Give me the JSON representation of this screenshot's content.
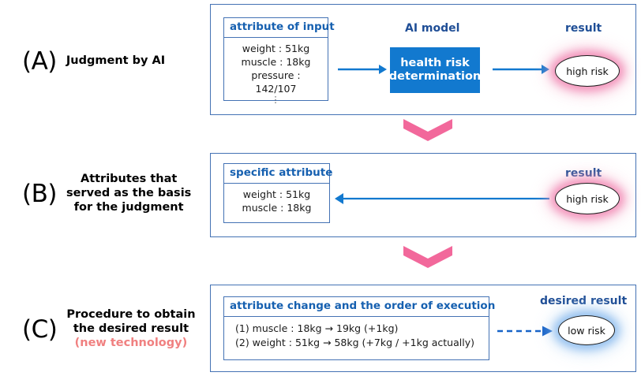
{
  "colors": {
    "frame_border": "#4472B4",
    "accent_blue": "#1279CF",
    "caption_blue": "#1F4E96",
    "table_head_blue": "#1660B0",
    "pink_chevron": "#F2689B",
    "pink_glow": "#F078AA",
    "blue_glow": "#78AFEB",
    "new_tech_salmon": "#F08080"
  },
  "rows": {
    "a": {
      "letter": "(A)",
      "caption": "Judgment by AI",
      "table": {
        "header": "attribute of input",
        "lines": [
          "weight : 51kg",
          "muscle : 18kg",
          "pressure : 142/107"
        ],
        "continuation": "⋮"
      },
      "model_caption": "AI model",
      "model_label": "health risk determination",
      "result_caption": "result",
      "result_value": "high risk"
    },
    "b": {
      "letter": "(B)",
      "caption_line1": "Attributes that",
      "caption_line2": "served as the basis",
      "caption_line3": "for the judgment",
      "table": {
        "header": "specific attribute",
        "lines": [
          "weight : 51kg",
          "muscle : 18kg"
        ]
      },
      "result_caption": "result",
      "result_value": "high risk"
    },
    "c": {
      "letter": "(C)",
      "caption_line1": "Procedure to obtain",
      "caption_line2": "the desired result",
      "caption_sub": "(new technology)",
      "table": {
        "header": "attribute change and the order of execution",
        "lines": [
          "(1)  muscle : 18kg  →  19kg (+1kg)",
          "(2)  weight : 51kg  →  58kg (+7kg / +1kg actually)"
        ]
      },
      "result_caption": "desired result",
      "result_value": "low risk"
    }
  },
  "connectors": {
    "a_input_to_model": "solid-arrow-right",
    "a_model_to_result": "solid-arrow-right",
    "b_result_to_table": "solid-arrow-left",
    "c_table_to_result": "dashed-arrow-right",
    "a_to_b": "pink-chevron-down",
    "b_to_c": "pink-chevron-down"
  }
}
